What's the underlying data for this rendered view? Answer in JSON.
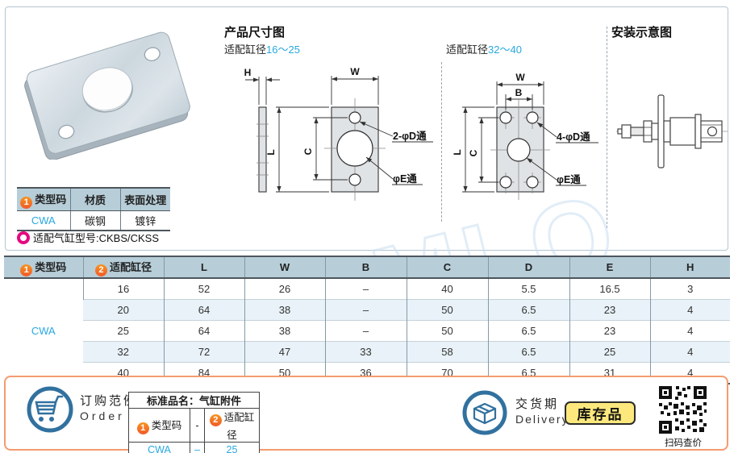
{
  "colors": {
    "accent_blue": "#29a8e0",
    "header_bg": "#b7ced9",
    "alt_row": "#e8f2f8",
    "badge_orange": "#f1592a",
    "footer_border": "#f49b6e",
    "icon_blue": "#31719f",
    "magenta": "#e5097f",
    "stock_yellow": "#fce87d"
  },
  "top": {
    "dim_title": "产品尺寸图",
    "range1_label": "适配缸径",
    "range1": "16～25",
    "range2_label": "适配缸径",
    "range2": "32～40",
    "install_title": "安装示意图",
    "spec": {
      "badge1": "1",
      "h_type": "类型码",
      "h_material": "材质",
      "h_finish": "表面处理",
      "type_code": "CWA",
      "material": "碳钢",
      "finish": "镀锌"
    },
    "compat_note": "适配气缸型号:CKBS/CKSS"
  },
  "drawing1": {
    "h": "H",
    "w": "W",
    "l": "L",
    "c": "C",
    "hole_label": "2-φD通",
    "center_label": "φE通"
  },
  "drawing2": {
    "w": "W",
    "b": "B",
    "l": "L",
    "c": "C",
    "hole_label": "4-φD通",
    "center_label": "φE通"
  },
  "table": {
    "badge1": "1",
    "badge2": "2",
    "h_type": "类型码",
    "h_bore": "适配缸径",
    "headers": [
      "L",
      "W",
      "B",
      "C",
      "D",
      "E",
      "H"
    ],
    "type_code": "CWA",
    "rows": [
      {
        "bore": "16",
        "L": "52",
        "W": "26",
        "B": "–",
        "C": "40",
        "D": "5.5",
        "E": "16.5",
        "H": "3"
      },
      {
        "bore": "20",
        "L": "64",
        "W": "38",
        "B": "–",
        "C": "50",
        "D": "6.5",
        "E": "23",
        "H": "4"
      },
      {
        "bore": "25",
        "L": "64",
        "W": "38",
        "B": "–",
        "C": "50",
        "D": "6.5",
        "E": "23",
        "H": "4"
      },
      {
        "bore": "32",
        "L": "72",
        "W": "47",
        "B": "33",
        "C": "58",
        "D": "6.5",
        "E": "25",
        "H": "4"
      },
      {
        "bore": "40",
        "L": "84",
        "W": "50",
        "B": "36",
        "C": "70",
        "D": "6.5",
        "E": "31",
        "H": "4"
      }
    ]
  },
  "footer": {
    "order_cn": "订购范例",
    "order_en": "Order",
    "product_name": "标准品名：气缸附件",
    "badge1": "1",
    "f1": "类型码",
    "sep": "-",
    "badge2": "2",
    "f2": "适配缸径",
    "v1": "CWA",
    "vsep": "–",
    "v2": "25",
    "delivery_cn": "交货期",
    "delivery_en": "Delivery",
    "stock": "库存品",
    "qr_caption": "扫码查价"
  },
  "watermark": "SAMLO"
}
